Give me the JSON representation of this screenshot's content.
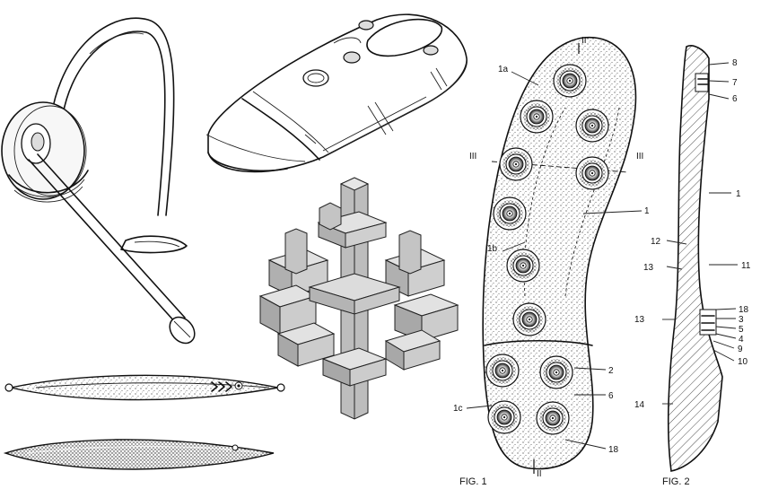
{
  "fig1": {
    "caption": "FIG. 1",
    "section_marks": {
      "top": "II",
      "bottom": "II",
      "left": "III",
      "right": "III"
    },
    "labels": {
      "1a": "1a",
      "1b": "1b",
      "1c": "1c",
      "1": "1",
      "2": "2",
      "6": "6",
      "18": "18"
    }
  },
  "fig2": {
    "caption": "FIG. 2",
    "labels": {
      "8": "8",
      "7": "7",
      "6": "6",
      "1": "1",
      "12": "12",
      "13a": "13",
      "11": "11",
      "18": "18",
      "13b": "13",
      "3": "3",
      "5": "5",
      "4": "4",
      "9": "9",
      "10": "10",
      "14": "14"
    }
  }
}
